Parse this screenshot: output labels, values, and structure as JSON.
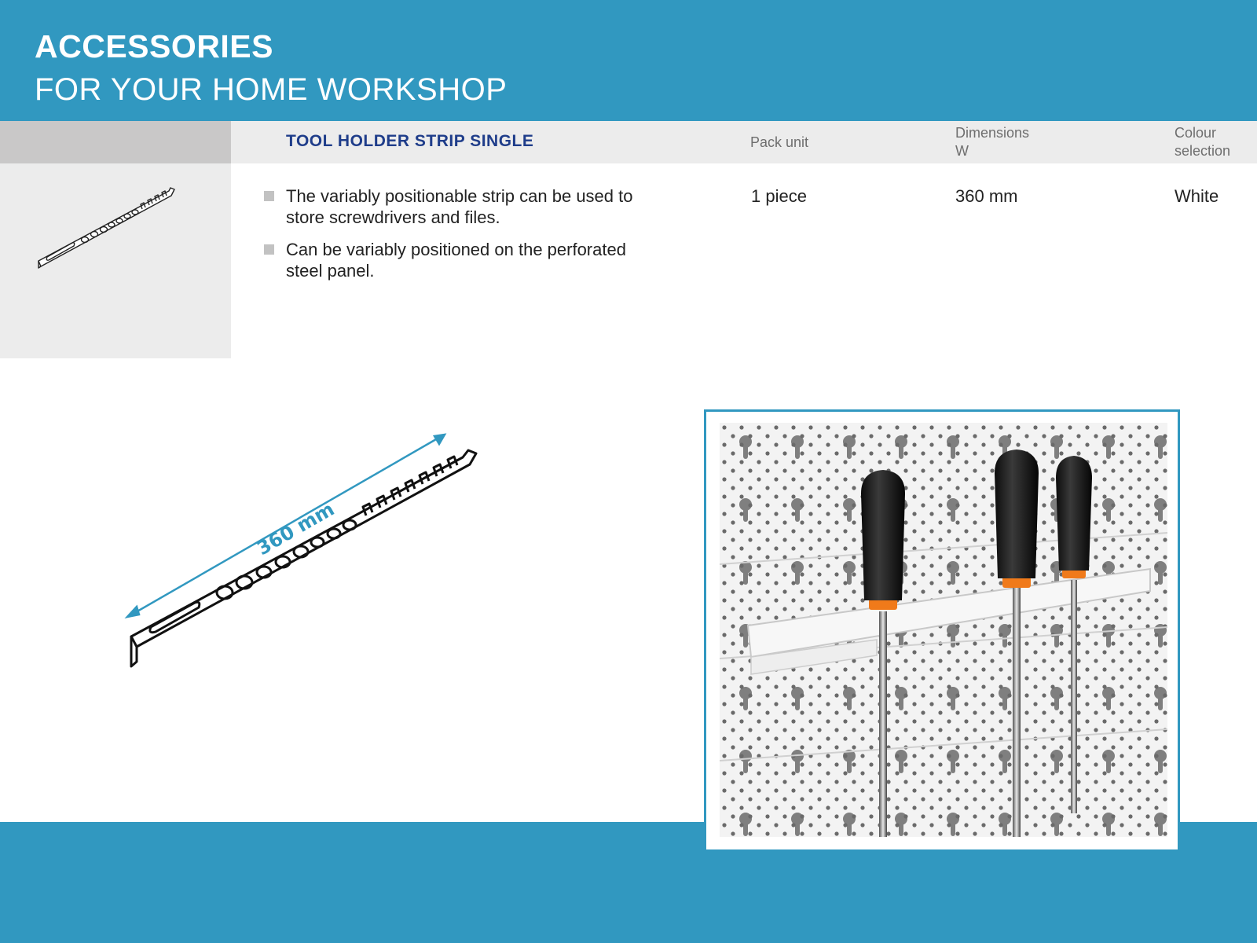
{
  "header": {
    "title": "ACCESSORIES",
    "subtitle": "FOR YOUR HOME WORKSHOP"
  },
  "product": {
    "name": "TOOL HOLDER STRIP SINGLE",
    "columns": {
      "pack_unit": "Pack unit",
      "dimensions_line1": "Dimensions",
      "dimensions_line2": "W",
      "colour_line1": "Colour",
      "colour_line2": "selection"
    },
    "features": [
      "The variably positionable strip can be used to store screwdrivers and files.",
      "Can be variably positioned on the perforated steel panel."
    ],
    "pack_unit_value": "1 piece",
    "dimensions_value": "360 mm",
    "colour_value": "White"
  },
  "drawing": {
    "dimension_label": "360 mm",
    "accent_color": "#3198c0"
  },
  "colors": {
    "brand_blue": "#3198c0",
    "product_title": "#1f3d8a"
  }
}
